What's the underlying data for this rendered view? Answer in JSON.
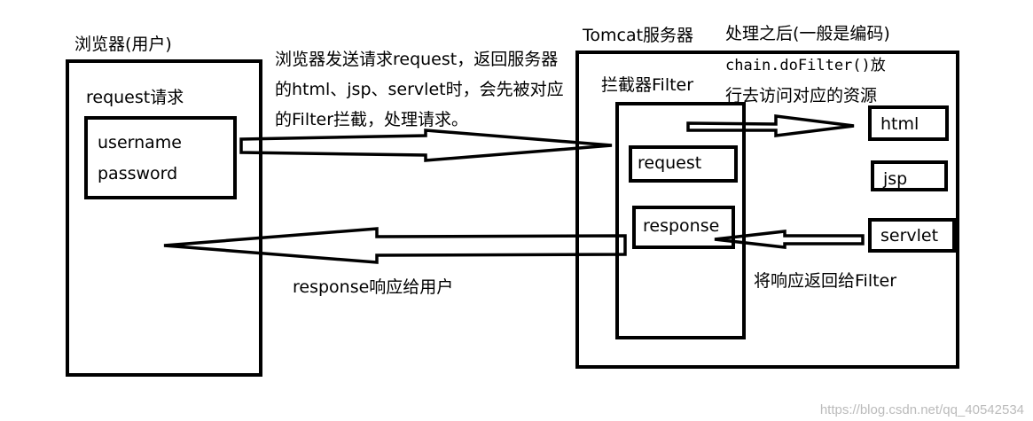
{
  "browser": {
    "title": "浏览器(用户)",
    "request_label": "request请求",
    "fields": [
      "username",
      "password"
    ]
  },
  "request_annotation": [
    "浏览器发送请求request，返回服务器",
    "的html、jsp、servlet时，会先被对应",
    "的Filter拦截，处理请求。"
  ],
  "response_annotation": "response响应给用户",
  "server": {
    "title": "Tomcat服务器",
    "filter": {
      "title": "拦截器Filter",
      "request": "request",
      "response": "response"
    },
    "resources": [
      "html",
      "jsp",
      "servlet"
    ]
  },
  "after_processing": {
    "line1": "处理之后(一般是编码)",
    "line2": "chain.doFilter()放",
    "line3": "行去访问对应的资源"
  },
  "return_annotation": "将响应返回给Filter",
  "watermark": "https://blog.csdn.net/qq_40542534"
}
